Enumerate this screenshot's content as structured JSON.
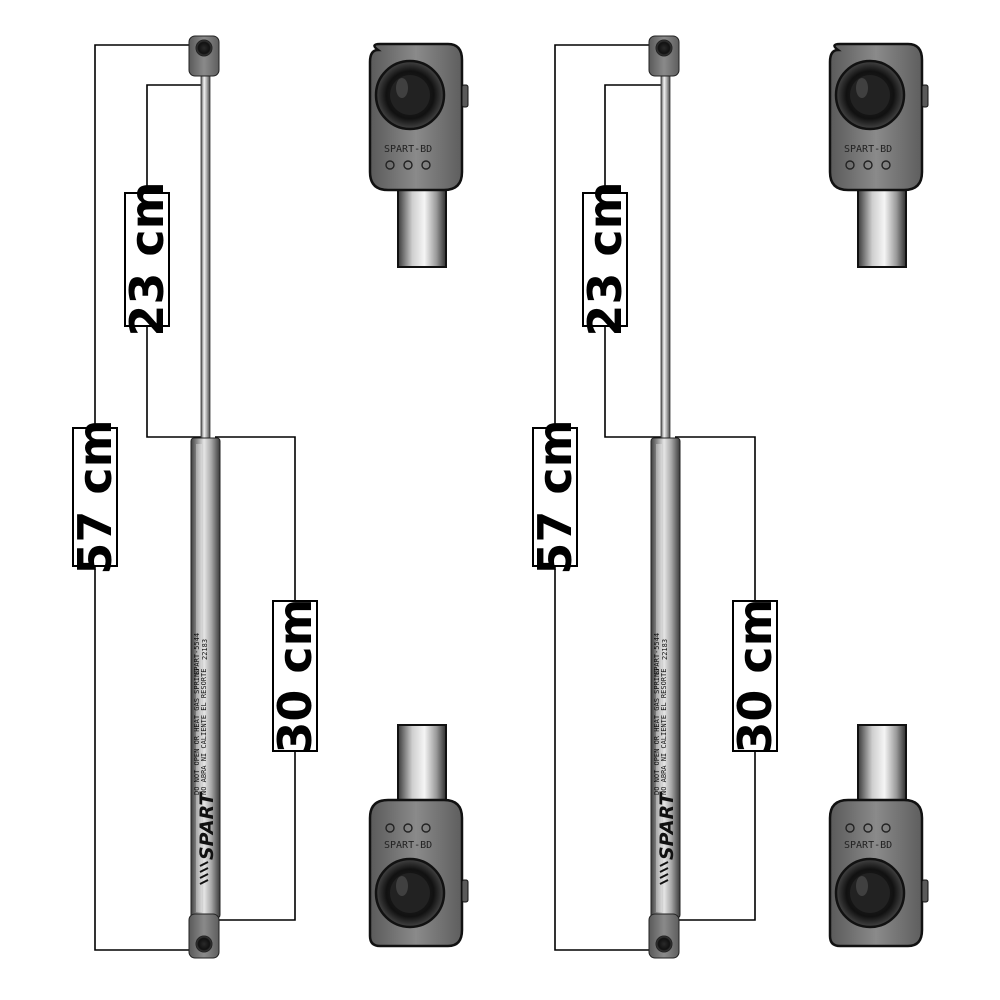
{
  "strut_diagrams": [
    {
      "total_length_label": "57 cm",
      "extended_rod_label": "23 cm",
      "body_length_label": "30 cm",
      "brand": "SPART",
      "part_number": "SPART-5544",
      "code": "22183",
      "warning_text_line1": "DO NOT OPEN OR HEAT GAS SPRING",
      "warning_text_line2": "NO ABRA NI CALIENTE EL RESORTE"
    },
    {
      "total_length_label": "57 cm",
      "extended_rod_label": "23 cm",
      "body_length_label": "30 cm",
      "brand": "SPART",
      "part_number": "SPART-5544",
      "code": "22183",
      "warning_text_line1": "DO NOT OPEN OR HEAT GAS SPRING",
      "warning_text_line2": "NO ABRA NI CALIENTE EL RESORTE"
    }
  ],
  "end_fitting_text": "SPART-BD",
  "colors": {
    "line": "#000000",
    "metal_light": "#d6d6d6",
    "metal_dark": "#4a4a4a",
    "fitting": "#6e6e6e",
    "background": "#ffffff"
  }
}
